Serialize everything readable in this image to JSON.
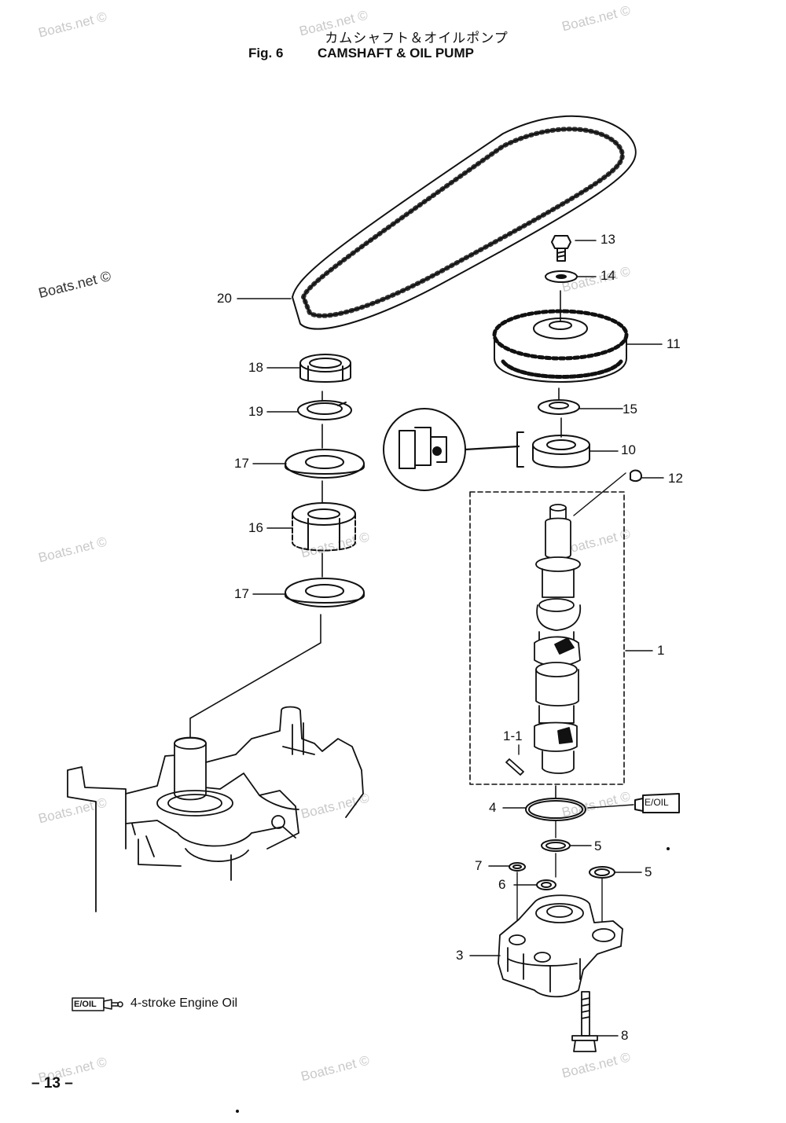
{
  "header": {
    "title_jp": "カムシャフト＆オイルポンプ",
    "fig_number": "Fig. 6",
    "title_en": "CAMSHAFT & OIL PUMP"
  },
  "callouts": [
    "20",
    "18",
    "19",
    "17",
    "16",
    "17",
    "13",
    "14",
    "11",
    "15",
    "10",
    "12",
    "1",
    "1-1",
    "4",
    "5",
    "7",
    "6",
    "5",
    "3",
    "8"
  ],
  "watermark": "Boats.net ©",
  "legend": {
    "badge": "E/OIL",
    "text": "4-stroke Engine Oil"
  },
  "tube_label": "E/OIL",
  "page_number": "– 13 –"
}
